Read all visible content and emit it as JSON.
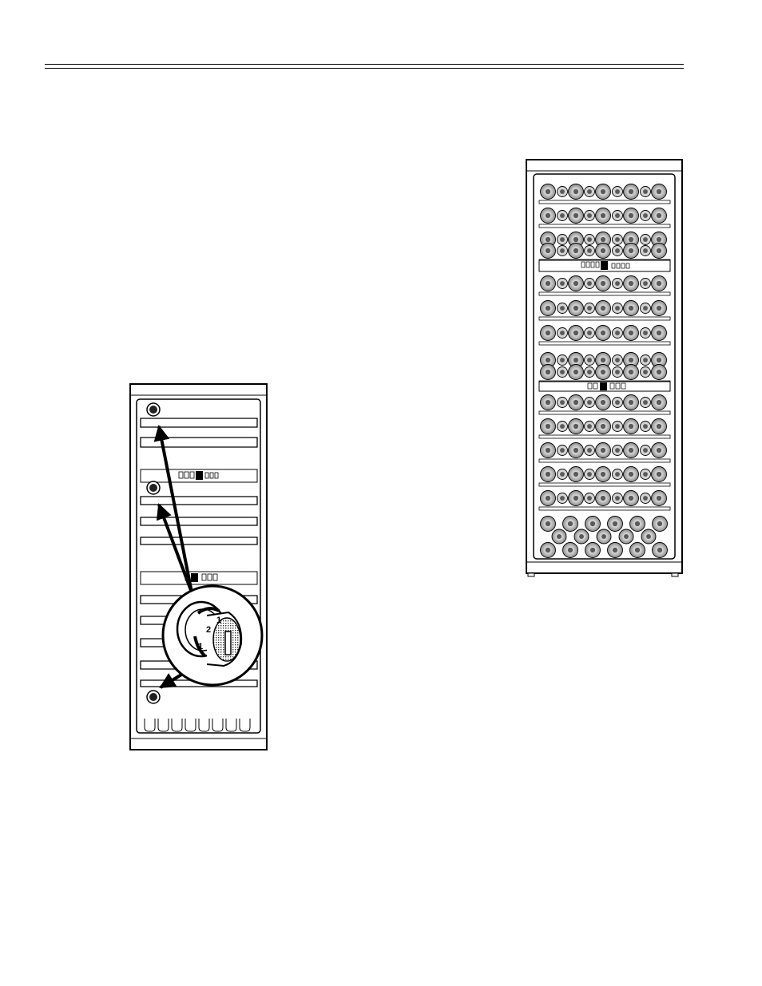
{
  "figure_left": {
    "callout": {
      "step_1_top": "1",
      "step_2": "2",
      "step_1_bottom": "1"
    },
    "control_panel_count": 2,
    "fan_vent_count": 3
  },
  "figure_right": {
    "control_panel_count": 2,
    "bottle_shelf_count": 12,
    "bottom_rack_rows": 3
  }
}
